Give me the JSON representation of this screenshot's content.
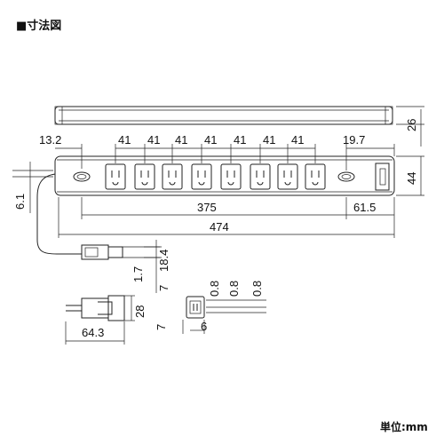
{
  "header": {
    "title": "■寸法図"
  },
  "footer": {
    "unit": "単位:mm"
  },
  "dimensions": {
    "outlet_pitch": [
      "41",
      "41",
      "41",
      "41",
      "41",
      "41",
      "41"
    ],
    "left_offset": "13.2",
    "right_offset": "19.7",
    "height_top": "26",
    "height_body": "44",
    "cord_offset": "6.1",
    "mount_span": "375",
    "mount_right": "61.5",
    "total_length": "474",
    "plug_a": "18.4",
    "plug_b": "1.7",
    "plug_c": "7",
    "plug_d": "28",
    "plug_width": "64.3",
    "pin_a": "0.8",
    "pin_b": "0.8",
    "pin_c": "0.8",
    "pin_d": "7",
    "pin_e": "6"
  },
  "colors": {
    "body": "#ffffff",
    "line": "#222222",
    "shade": "#cfcfcf"
  }
}
